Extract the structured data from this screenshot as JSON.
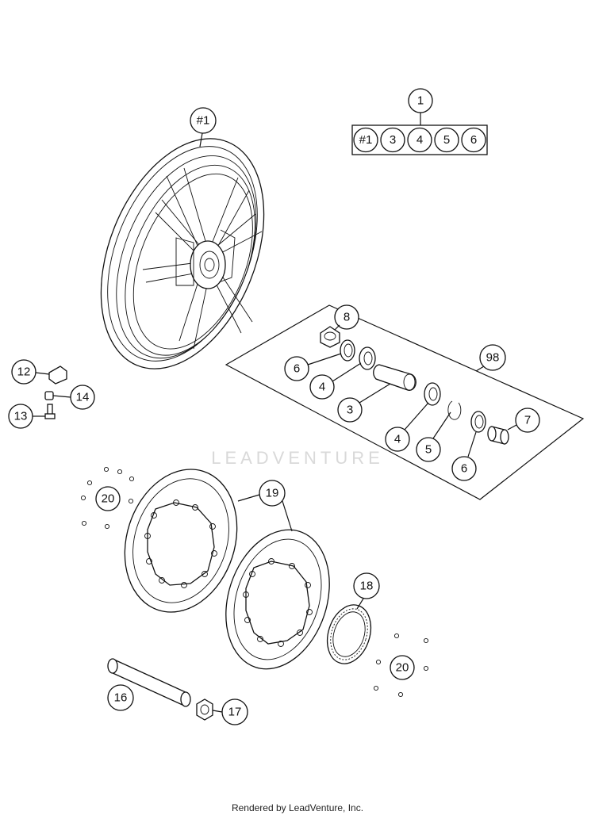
{
  "callouts": {
    "wheel": "#1",
    "kit": "1",
    "kit_parts": [
      "#1",
      "3",
      "4",
      "5",
      "6"
    ],
    "group": "98",
    "c8": "8",
    "c6a": "6",
    "c4a": "4",
    "c3": "3",
    "c4b": "4",
    "c5": "5",
    "c6b": "6",
    "c7": "7",
    "c12": "12",
    "c13": "13",
    "c14": "14",
    "c20a": "20",
    "c19": "19",
    "c18": "18",
    "c20b": "20",
    "c16": "16",
    "c17": "17"
  },
  "watermark": "LEADVENTURE",
  "footer": "Rendered by LeadVenture, Inc."
}
